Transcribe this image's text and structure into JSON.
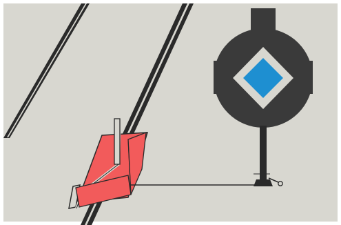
{
  "figure": {
    "description_visible_text": "",
    "colors": {
      "frame": "#ffffff",
      "background": "#d8d7d0",
      "rail_dark": "#2a2a2a",
      "rail_light": "#d8d7d0",
      "signal_body": "#3a3a3a",
      "signal_diamond_border": "#d8d7d0",
      "signal_light": "#1e8fd1",
      "point_blade": "#f25b5b",
      "point_outline": "#d8d7d0",
      "wire": "#2a2a2a"
    },
    "icons": [
      "railway-track",
      "shunting-signal",
      "signal-lamp",
      "switch-point",
      "control-wire",
      "signal-lever"
    ]
  }
}
